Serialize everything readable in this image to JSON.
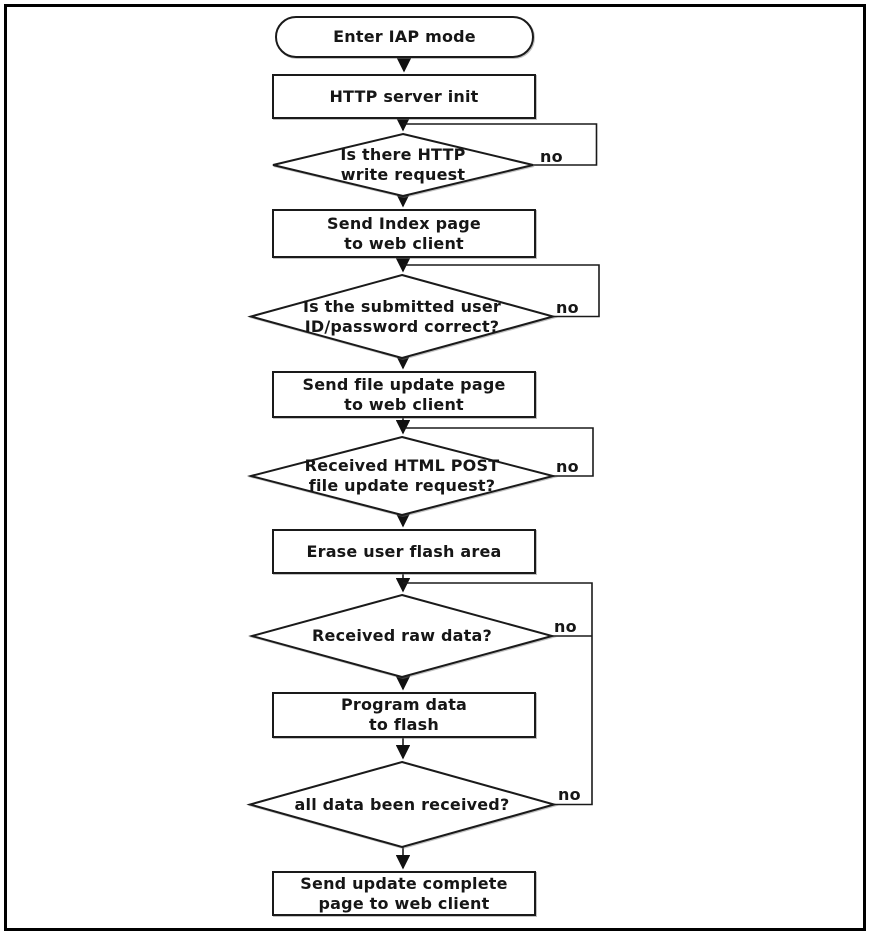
{
  "diagram": {
    "kind": "flowchart",
    "colors": {
      "ink": "#1a1a1a",
      "background": "#ffffff",
      "text": "#161616"
    },
    "nodes": [
      {
        "id": "enter-iap-mode",
        "shape": "terminator",
        "lines": [
          "Enter IAP mode"
        ]
      },
      {
        "id": "http-server-init",
        "shape": "process",
        "lines": [
          "HTTP server init"
        ]
      },
      {
        "id": "is-there-http-write-request",
        "shape": "decision",
        "lines": [
          "Is there HTTP",
          "write request"
        ]
      },
      {
        "id": "send-index-page",
        "shape": "process",
        "lines": [
          "Send Index page",
          "to web client"
        ]
      },
      {
        "id": "is-submitted-user-id-password-correct",
        "shape": "decision",
        "lines": [
          "Is the submitted user",
          "ID/password correct?"
        ]
      },
      {
        "id": "send-file-update-page",
        "shape": "process",
        "lines": [
          "Send file update page",
          "to web client"
        ]
      },
      {
        "id": "received-html-post-file-update-request",
        "shape": "decision",
        "lines": [
          "Received HTML POST",
          "file update request?"
        ]
      },
      {
        "id": "erase-user-flash-area",
        "shape": "process",
        "lines": [
          "Erase user flash area"
        ]
      },
      {
        "id": "received-raw-data",
        "shape": "decision",
        "lines": [
          "Received raw data?"
        ]
      },
      {
        "id": "program-data-to-flash",
        "shape": "process",
        "lines": [
          "Program data",
          "to flash"
        ]
      },
      {
        "id": "all-data-been-received",
        "shape": "decision",
        "lines": [
          "all data been received?"
        ]
      },
      {
        "id": "send-update-complete-page",
        "shape": "process",
        "lines": [
          "Send update complete",
          "page to web client"
        ]
      }
    ],
    "edge_labels": [
      {
        "edge": "is-there-http-write-request-no-loop",
        "label": "no"
      },
      {
        "edge": "is-submitted-user-id-password-correct-no-loop",
        "label": "no"
      },
      {
        "edge": "received-html-post-file-update-request-no-loop",
        "label": "no"
      },
      {
        "edge": "received-raw-data-no-loop",
        "label": "no"
      },
      {
        "edge": "all-data-been-received-no-loop",
        "label": "no"
      }
    ]
  }
}
